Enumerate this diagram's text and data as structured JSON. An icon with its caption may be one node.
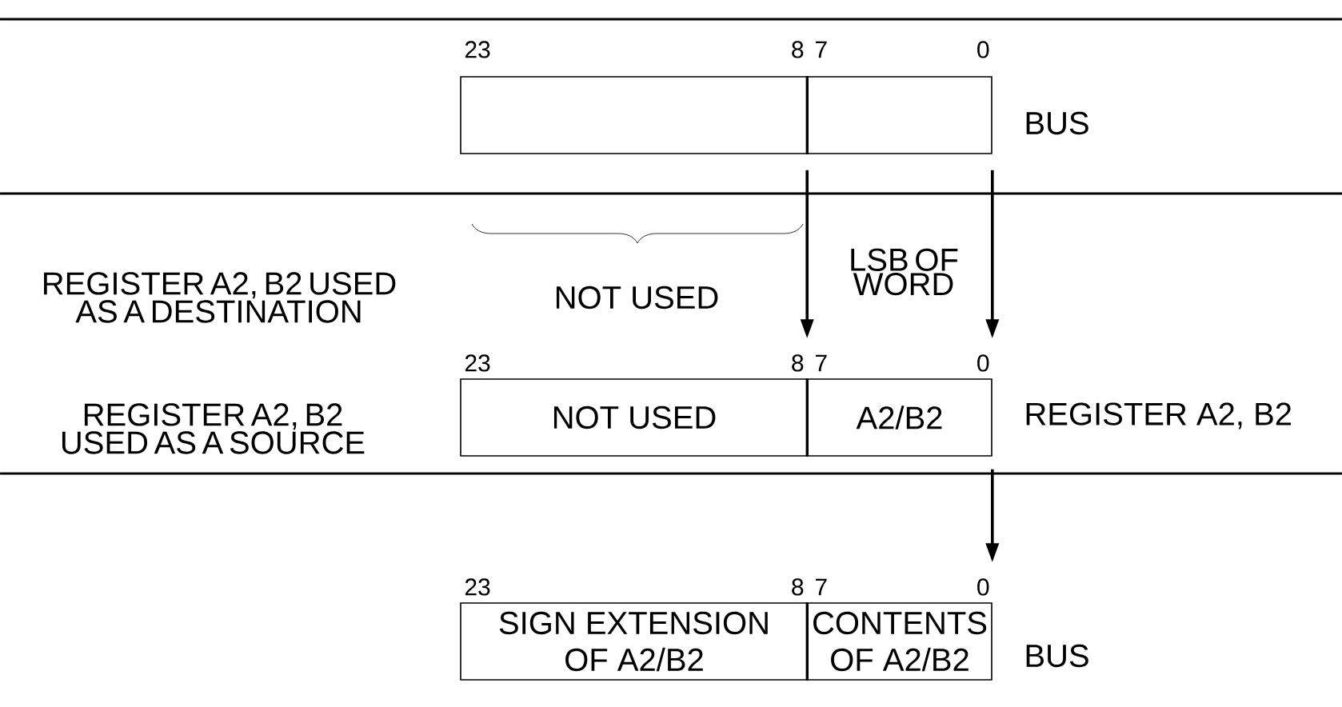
{
  "diagram": {
    "nodes": [
      {
        "text": [],
        "shape": "box"
      },
      {
        "text": [],
        "shape": "box"
      },
      {
        "text": [
          "NOT USED"
        ]
      },
      {
        "text": [
          "A2/B2"
        ]
      },
      {
        "text": [
          "SIGN EXTENSION OF A2/B2"
        ]
      },
      {
        "text": [
          "CONTENTS OF A2/B2"
        ]
      }
    ],
    "edges": [
      {
        "from": 1,
        "to": 3,
        "arrow": "to"
      },
      {
        "from": 1,
        "to": 3,
        "arrow": "to"
      },
      {
        "from": 3,
        "to": 5,
        "arrow": "to"
      }
    ],
    "labels": [
      "23",
      "8",
      "7",
      "0",
      "BUS",
      "REGISTER A2, B2 USED AS A DESTINATION",
      "NOT USED",
      "LSB OF WORD",
      "23",
      "8",
      "7",
      "0",
      "REGISTER A2, B2",
      "REGISTER A2, B2 USED AS A SOURCE",
      "23",
      "8",
      "7",
      "0",
      "BUS"
    ]
  }
}
